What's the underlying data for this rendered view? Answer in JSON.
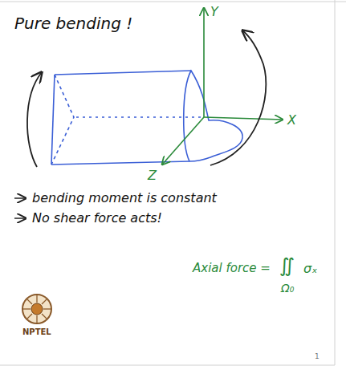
{
  "diagram": {
    "title": "Pure bending !",
    "labels": [
      "Y",
      "X",
      "Z",
      "bending moment is constant",
      "No shear force acts!",
      "Axial force =",
      "∬",
      "σₓ",
      "Ω₀",
      "NPTEL",
      "1"
    ]
  }
}
